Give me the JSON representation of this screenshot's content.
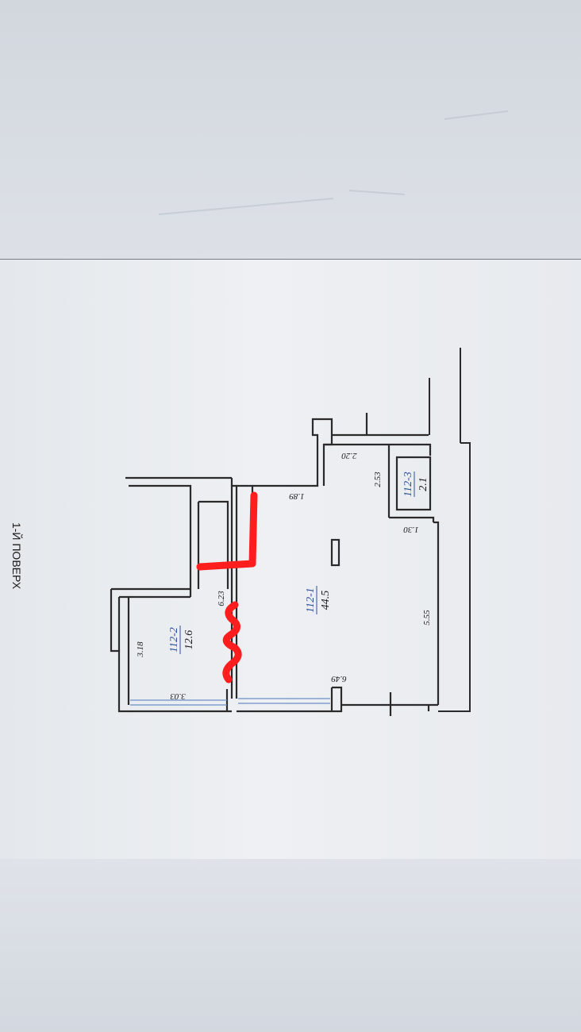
{
  "floor_title": "1-Й ПОВЕРХ",
  "rooms": [
    {
      "number": "112-1",
      "area": "44.5"
    },
    {
      "number": "112-2",
      "area": "12.6"
    },
    {
      "number": "112-3",
      "area": "2.1"
    }
  ],
  "dimensions": {
    "d_220": "2.20",
    "d_189": "1.89",
    "d_253": "2.53",
    "d_130": "1.30",
    "d_555": "5.55",
    "d_649": "6.49",
    "d_623": "6.23",
    "d_318": "3.18",
    "d_303": "3.03"
  },
  "colors": {
    "wall": "#2a2a2a",
    "room_number": "#2c4f9e",
    "window": "#6a8fc6",
    "marker": "#ff1e1e"
  }
}
